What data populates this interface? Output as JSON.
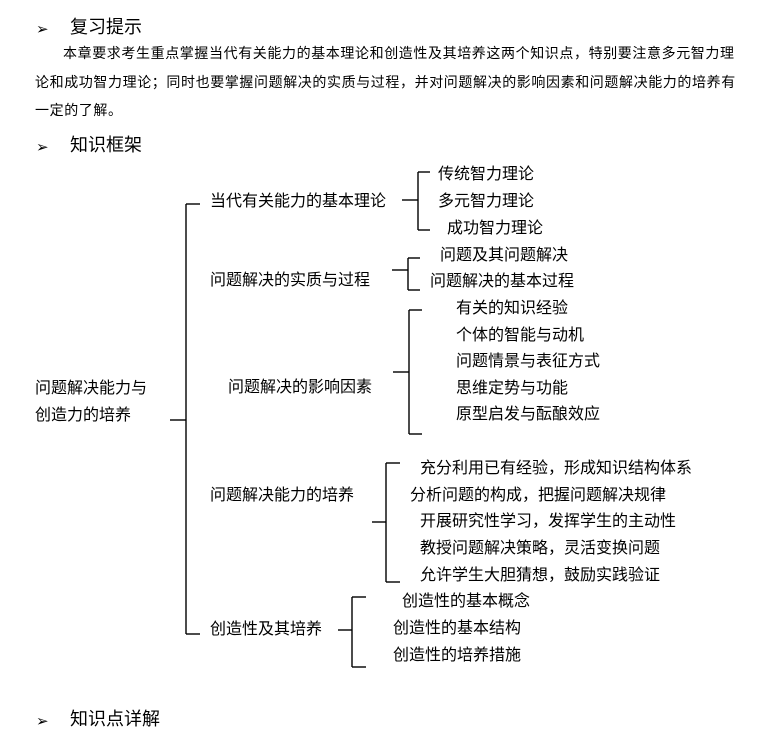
{
  "sections": [
    {
      "arrow": "➢",
      "title": "复习提示"
    },
    {
      "arrow": "➢",
      "title": "知识框架"
    },
    {
      "arrow": "➢",
      "title": "知识点详解"
    }
  ],
  "review_text": "本章要求考生重点掌握当代有关能力的基本理论和创造性及其培养这两个知识点，特别要注意多元智力理论和成功智力理论；同时也要掌握问题解决的实质与过程，并对问题解决的影响因素和问题解决能力的培养有一定的了解。",
  "framework": {
    "root": {
      "line1": "问题解决能力与",
      "line2": "创造力的培养"
    },
    "branches": [
      {
        "title": "当代有关能力的基本理论",
        "items": [
          "传统智力理论",
          "多元智力理论",
          "成功智力理论"
        ]
      },
      {
        "title": "问题解决的实质与过程",
        "items": [
          "问题及其问题解决",
          "问题解决的基本过程"
        ]
      },
      {
        "title": "问题解决的影响因素",
        "items": [
          "有关的知识经验",
          "个体的智能与动机",
          "问题情景与表征方式",
          "思维定势与功能",
          "原型启发与酝酿效应"
        ]
      },
      {
        "title": "问题解决能力的培养",
        "items": [
          "充分利用已有经验，形成知识结构体系",
          "分析问题的构成，把握问题解决规律",
          "开展研究性学习，发挥学生的主动性",
          "教授问题解决策略，灵活变换问题",
          "允许学生大胆猜想，鼓励实践验证"
        ]
      },
      {
        "title": "创造性及其培养",
        "items": [
          "创造性的基本概念",
          "创造性的基本结构",
          "创造性的培养措施"
        ]
      }
    ]
  }
}
